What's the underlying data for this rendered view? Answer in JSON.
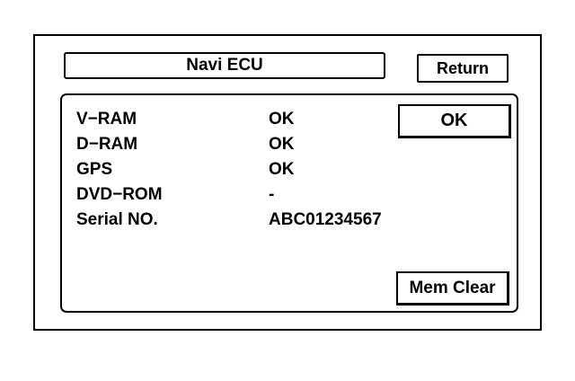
{
  "header": {
    "title": "Navi ECU",
    "return_label": "Return"
  },
  "diagnostics": [
    {
      "label": "V−RAM",
      "value": "OK"
    },
    {
      "label": "D−RAM",
      "value": "OK"
    },
    {
      "label": "GPS",
      "value": "OK"
    },
    {
      "label": "DVD−ROM",
      "value": "-"
    },
    {
      "label": "Serial NO.",
      "value": "ABC01234567"
    }
  ],
  "buttons": {
    "ok_label": "OK",
    "mem_clear_label": "Mem Clear"
  }
}
